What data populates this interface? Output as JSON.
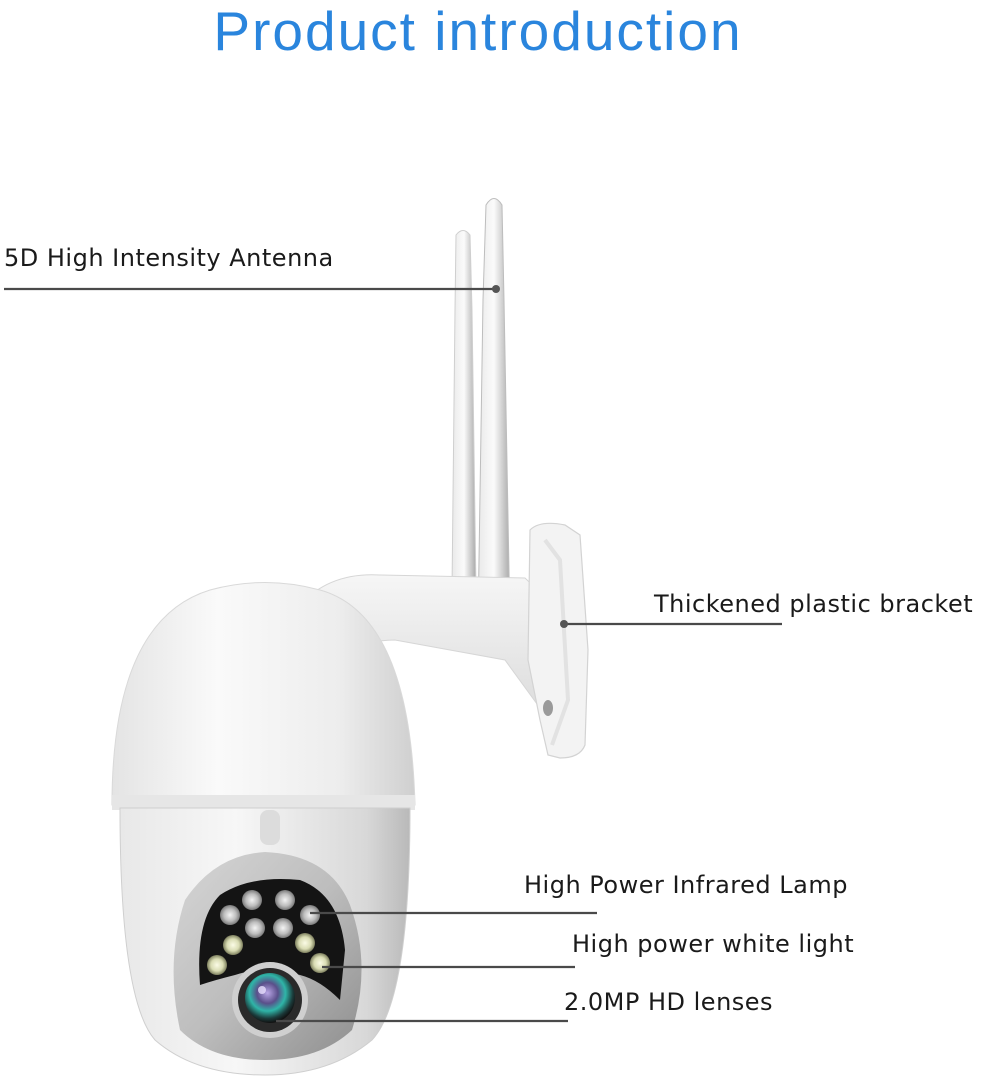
{
  "header": {
    "title": "Product introduction",
    "title_color": "#2a85dd"
  },
  "product": {
    "name": "PTZ Wi-Fi security camera with dual antennas",
    "body_color": "#f2f2f2",
    "shadow_color": "#c9c9c9",
    "lens_color": "#2fb5a8"
  },
  "callouts": [
    {
      "id": "antenna",
      "label": "5D High Intensity Antenna"
    },
    {
      "id": "bracket",
      "label": "Thickened plastic bracket"
    },
    {
      "id": "infrared",
      "label": "High Power Infrared Lamp"
    },
    {
      "id": "white-light",
      "label": "High power white light"
    },
    {
      "id": "lens",
      "label": "2.0MP HD lenses"
    }
  ]
}
